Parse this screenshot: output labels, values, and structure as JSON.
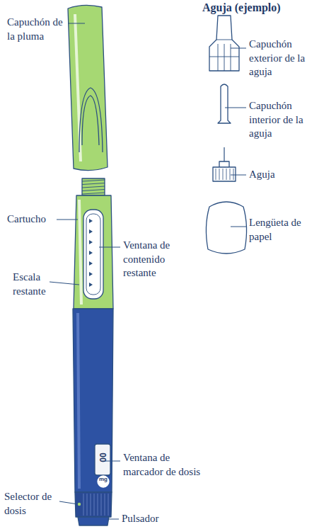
{
  "diagram": {
    "title": "Aguja (ejemplo)",
    "labels": [
      "Capuchón de la pluma",
      "Cartucho",
      "Ventana de contenido restante",
      "Escala restante",
      "Ventana de marcador de dosis",
      "Selector de dosis",
      "Pulsador",
      "Capuchón exterior de la aguja",
      "Capuchón interior de la aguja",
      "Aguja",
      "Lengüeta de papel",
      "00",
      "mg"
    ]
  }
}
